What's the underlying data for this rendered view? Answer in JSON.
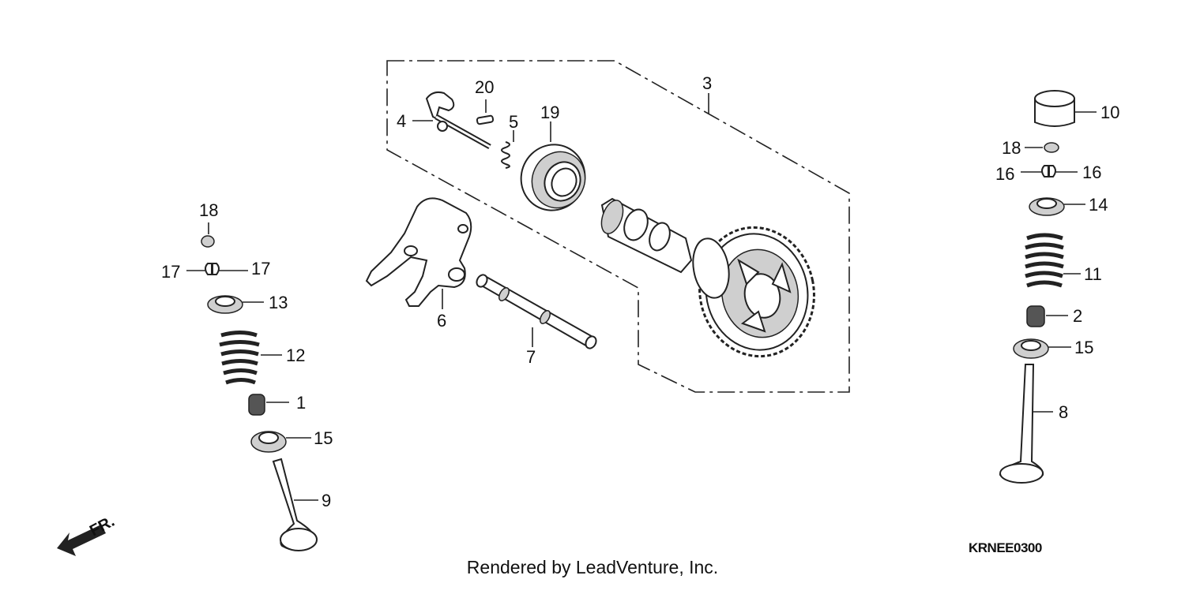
{
  "diagram": {
    "diagram_code": "KRNEE0300",
    "footer": "Rendered by LeadVenture, Inc.",
    "direction_label": "FR.",
    "callouts": {
      "c3": "3",
      "c4": "4",
      "c20": "20",
      "c5": "5",
      "c19": "19",
      "c6": "6",
      "c7": "7",
      "c18_left": "18",
      "c17_left_a": "17",
      "c17_left_b": "17",
      "c13": "13",
      "c12": "12",
      "c1": "1",
      "c15_left": "15",
      "c9": "9",
      "c10": "10",
      "c18_right": "18",
      "c16_right_a": "16",
      "c16_right_b": "16",
      "c14": "14",
      "c11": "11",
      "c2": "2",
      "c15_right": "15",
      "c8": "8"
    }
  }
}
